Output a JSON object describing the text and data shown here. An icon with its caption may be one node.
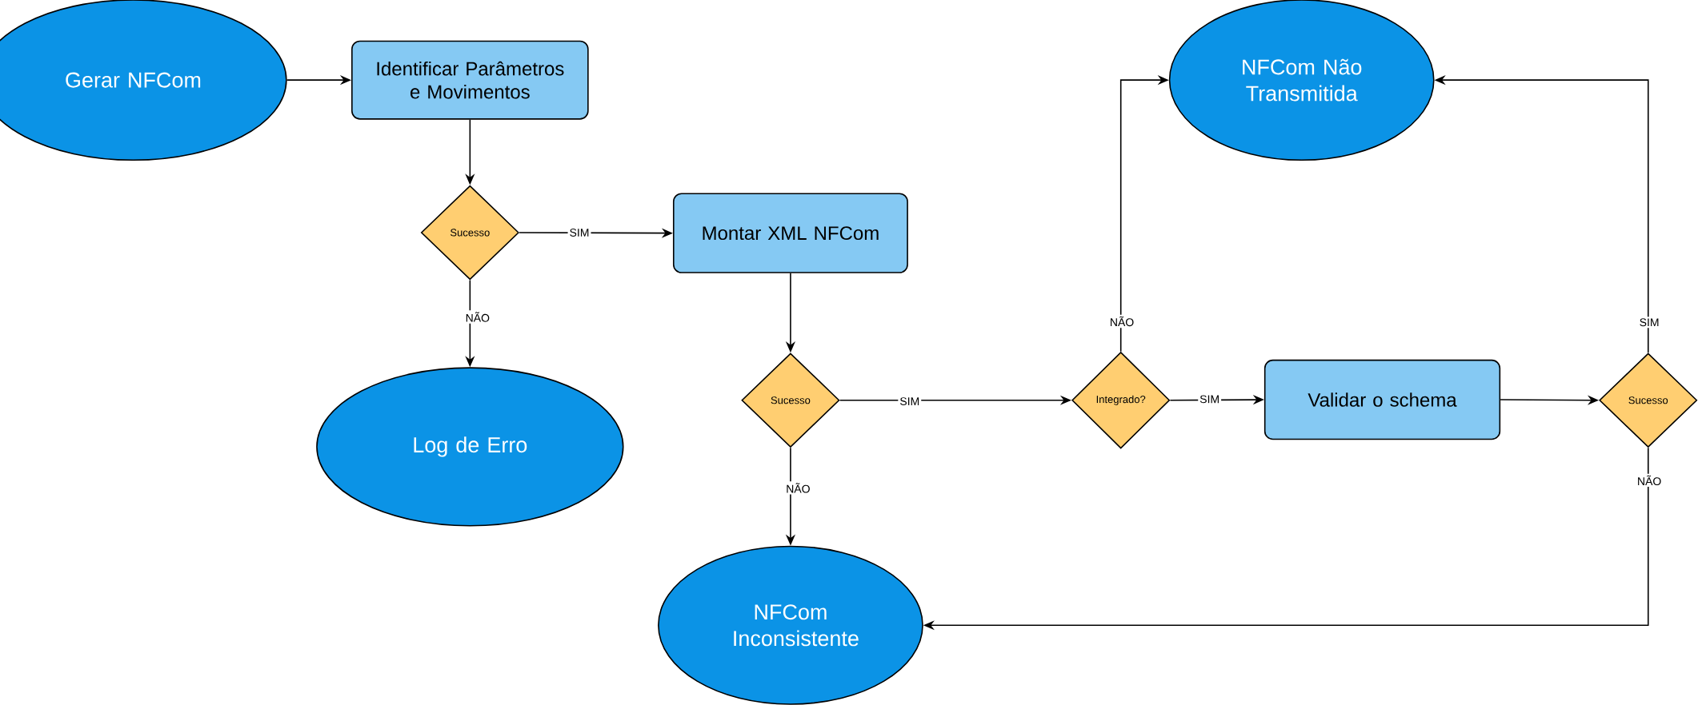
{
  "diagram": {
    "nodes": [
      {
        "text": [
          "Gerar NFCom"
        ]
      },
      {
        "text": [
          "Identificar Parâmetros e Movimentos"
        ]
      },
      {
        "text": [
          "Sucesso"
        ]
      },
      {
        "text": [
          "Montar XML NFCom"
        ]
      },
      {
        "text": [
          "Log de Erro"
        ]
      },
      {
        "text": [
          "Sucesso"
        ]
      },
      {
        "text": [
          "NFCom Inconsistente"
        ]
      },
      {
        "text": [
          "Integrado?"
        ]
      },
      {
        "text": [
          "NFCom Não Transmitida"
        ]
      },
      {
        "text": [
          "Validar o schema"
        ]
      },
      {
        "text": [
          "Sucesso"
        ]
      }
    ],
    "edges": [
      {
        "from": 0,
        "to": 1,
        "arrow": "to"
      },
      {
        "from": 1,
        "to": 2,
        "arrow": "to"
      },
      {
        "from": 2,
        "to": 3,
        "arrow": "to",
        "label": "SIM"
      },
      {
        "from": 2,
        "to": 4,
        "arrow": "to",
        "label": "NÃO"
      },
      {
        "from": 3,
        "to": 5,
        "arrow": "to"
      },
      {
        "from": 5,
        "to": 7,
        "arrow": "to",
        "label": "SIM"
      },
      {
        "from": 5,
        "to": 6,
        "arrow": "to",
        "label": "NÃO"
      },
      {
        "from": 7,
        "to": 8,
        "arrow": "to",
        "label": "NÃO"
      },
      {
        "from": 7,
        "to": 9,
        "arrow": "to",
        "label": "SIM"
      },
      {
        "from": 9,
        "to": 10,
        "arrow": "to"
      },
      {
        "from": 10,
        "to": 8,
        "arrow": "to",
        "label": "SIM"
      },
      {
        "from": 10,
        "to": 6,
        "arrow": "to",
        "label": "NÃO"
      }
    ]
  }
}
